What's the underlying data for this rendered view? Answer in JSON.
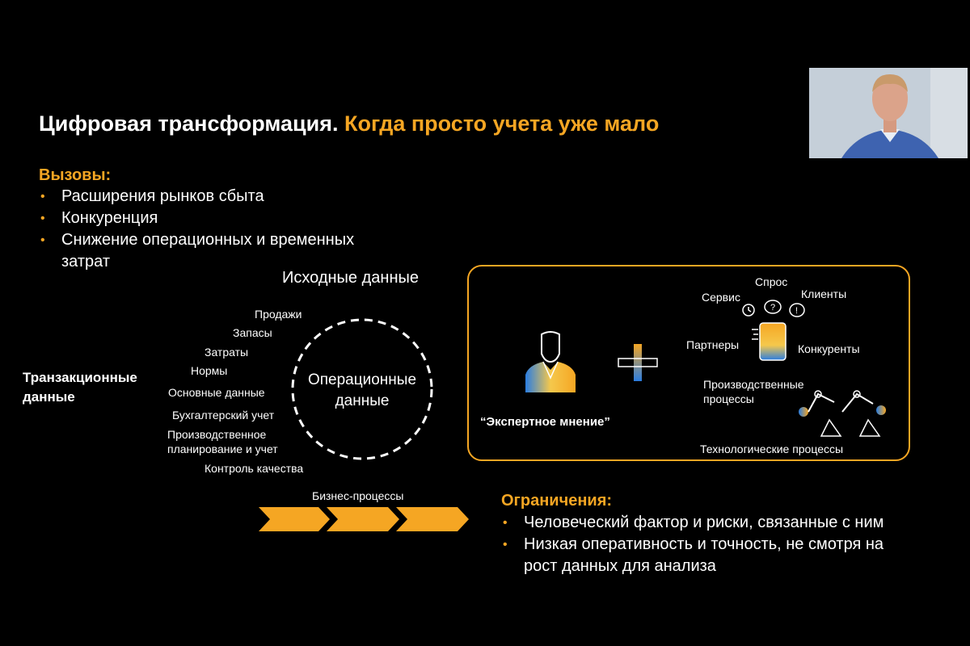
{
  "slide": {
    "title_main": "Цифровая трансформация.",
    "title_accent": "Когда просто учета уже мало",
    "challenges": {
      "heading": "Вызовы:",
      "items": [
        "Расширения рынков сбыта",
        "Конкуренция",
        "Снижение операционных и временных",
        "затрат"
      ]
    },
    "source_data_label": "Исходные данные",
    "transactional_label_1": "Транзакционные",
    "transactional_label_2": "данные",
    "data_items": [
      "Продажи",
      "Запасы",
      "Затраты",
      "Нормы",
      "Основные данные",
      "Бухгалтерский учет",
      "Производственное",
      "планирование и учет",
      "Контроль качества"
    ],
    "circle_label_1": "Операционные",
    "circle_label_2": "данные",
    "business_processes_label": "Бизнес-процессы",
    "expert_box": {
      "expert_label": "“Экспертное мнение”",
      "demand": "Спрос",
      "service": "Сервис",
      "clients": "Клиенты",
      "partners": "Партнеры",
      "competitors": "Конкуренты",
      "production_1": "Производственные",
      "production_2": "процессы",
      "tech_processes": "Технологические процессы"
    },
    "limitations": {
      "heading": "Ограничения:",
      "items": [
        "Человеческий фактор и риски, связанные с ним",
        "Низкая оперативность и точность, не смотря на",
        "рост данных для анализа"
      ]
    }
  },
  "colors": {
    "accent": "#f5a623",
    "background": "#000000",
    "text": "#ffffff"
  }
}
